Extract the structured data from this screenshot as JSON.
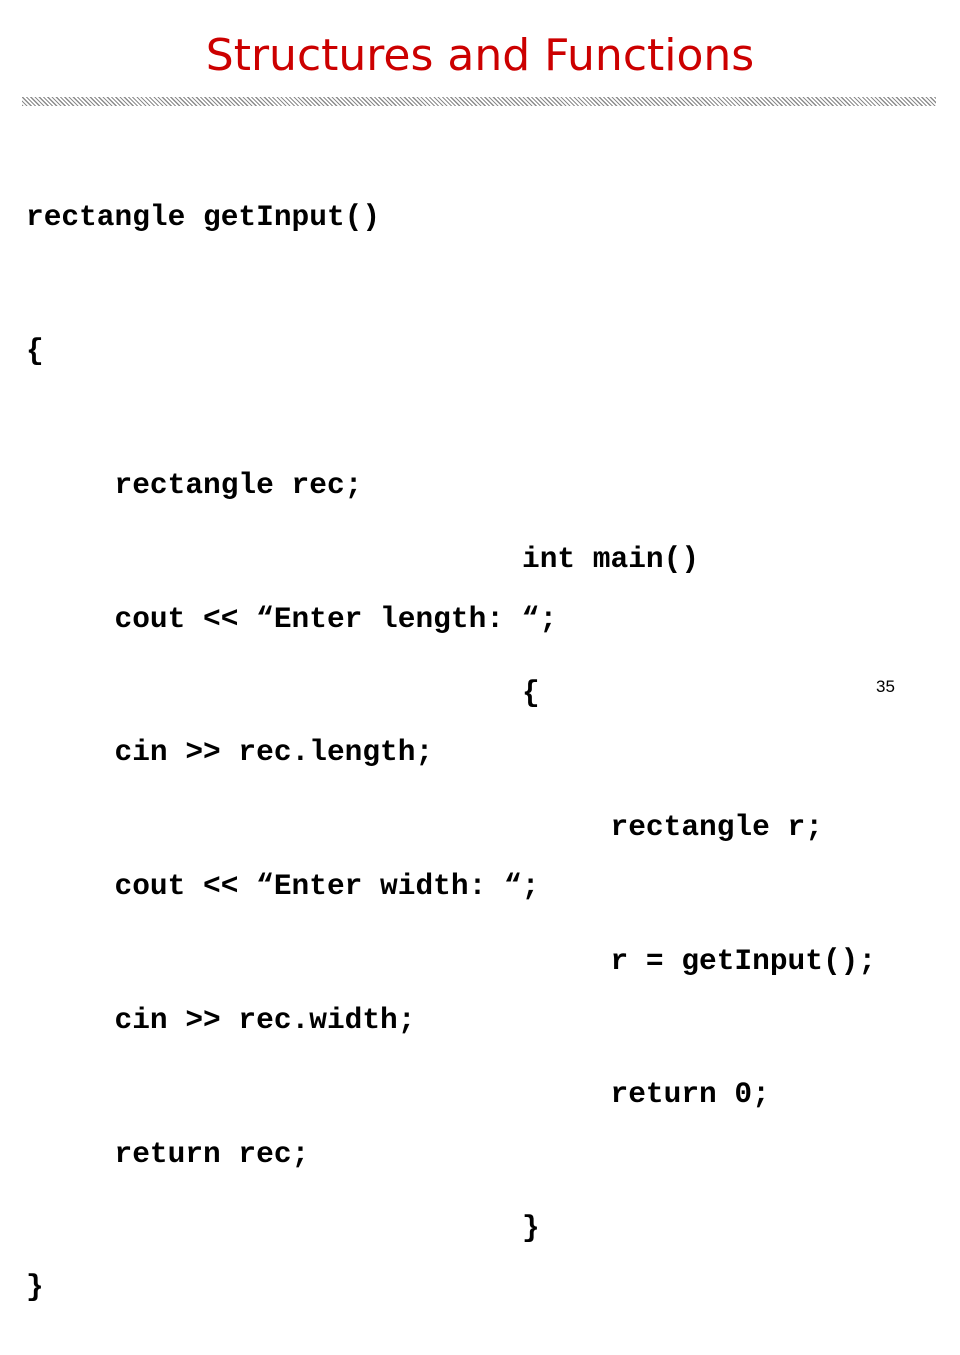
{
  "slide": {
    "title": "Structures and Functions",
    "title_color": "#cc0000",
    "page_number": "35"
  },
  "code_get_input": {
    "lines": [
      "rectangle getInput()",
      "{",
      "     rectangle rec;",
      "     cout << “Enter length: “;",
      "     cin >> rec.length;",
      "     cout << “Enter width: “;",
      "     cin >> rec.width;",
      "     return rec;",
      "}"
    ]
  },
  "code_main": {
    "lines": [
      "int main()",
      "{",
      "     rectangle r;",
      "     r = getInput();",
      "     return 0;",
      "}"
    ]
  }
}
